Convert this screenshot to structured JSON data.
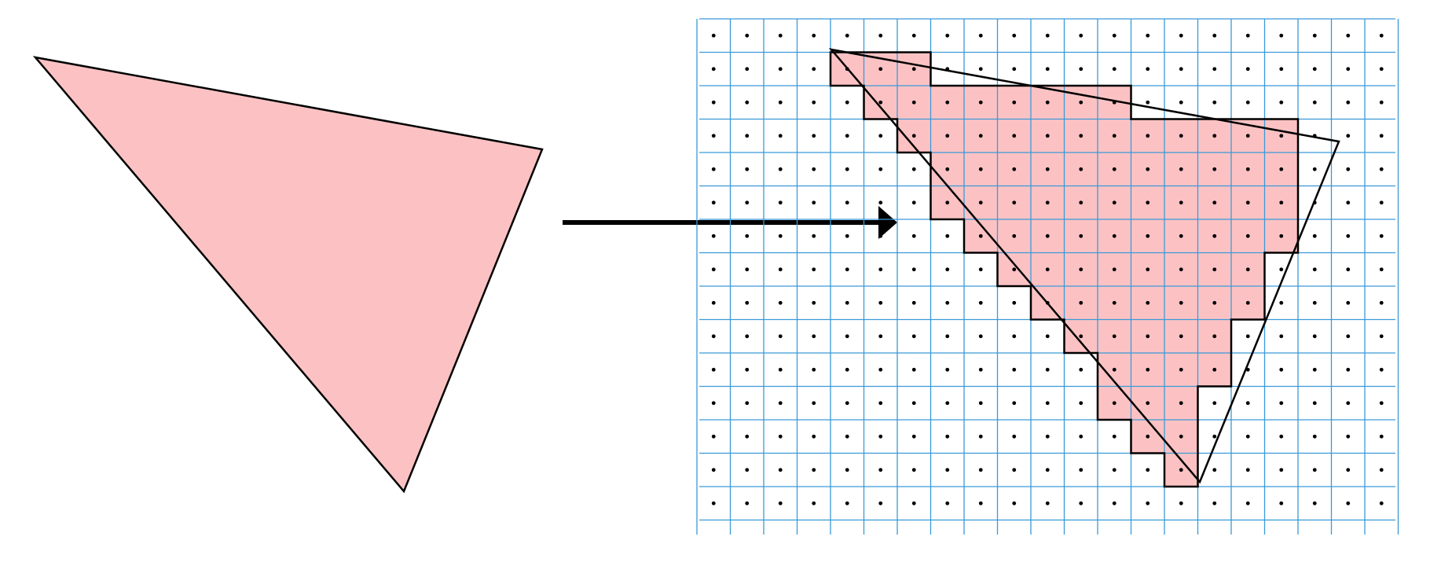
{
  "diagram": {
    "description_free": true,
    "colors": {
      "triangle_fill": "#fcc2c3",
      "outline": "#000000",
      "grid_line": "#3a9ad9",
      "sample_dot": "#000000",
      "arrow": "#000000",
      "background": "#ffffff"
    },
    "grid": {
      "columns": 21,
      "rows": 15
    },
    "source_triangle": {
      "shape": "triangle"
    },
    "rasterized_triangle": {
      "shape": "triangle",
      "covered_cells_per_row": [
        {
          "row": 1,
          "from": 4,
          "to": 6
        },
        {
          "row": 2,
          "from": 5,
          "to": 12
        },
        {
          "row": 3,
          "from": 6,
          "to": 17
        },
        {
          "row": 4,
          "from": 7,
          "to": 17
        },
        {
          "row": 5,
          "from": 7,
          "to": 17
        },
        {
          "row": 6,
          "from": 8,
          "to": 17
        },
        {
          "row": 7,
          "from": 9,
          "to": 16
        },
        {
          "row": 8,
          "from": 10,
          "to": 16
        },
        {
          "row": 9,
          "from": 11,
          "to": 15
        },
        {
          "row": 10,
          "from": 12,
          "to": 15
        },
        {
          "row": 11,
          "from": 12,
          "to": 14
        },
        {
          "row": 12,
          "from": 13,
          "to": 14
        },
        {
          "row": 13,
          "from": 14,
          "to": 14
        }
      ]
    },
    "arrow": {
      "direction": "right"
    },
    "icons": {
      "arrow": "right-arrow-icon"
    }
  }
}
